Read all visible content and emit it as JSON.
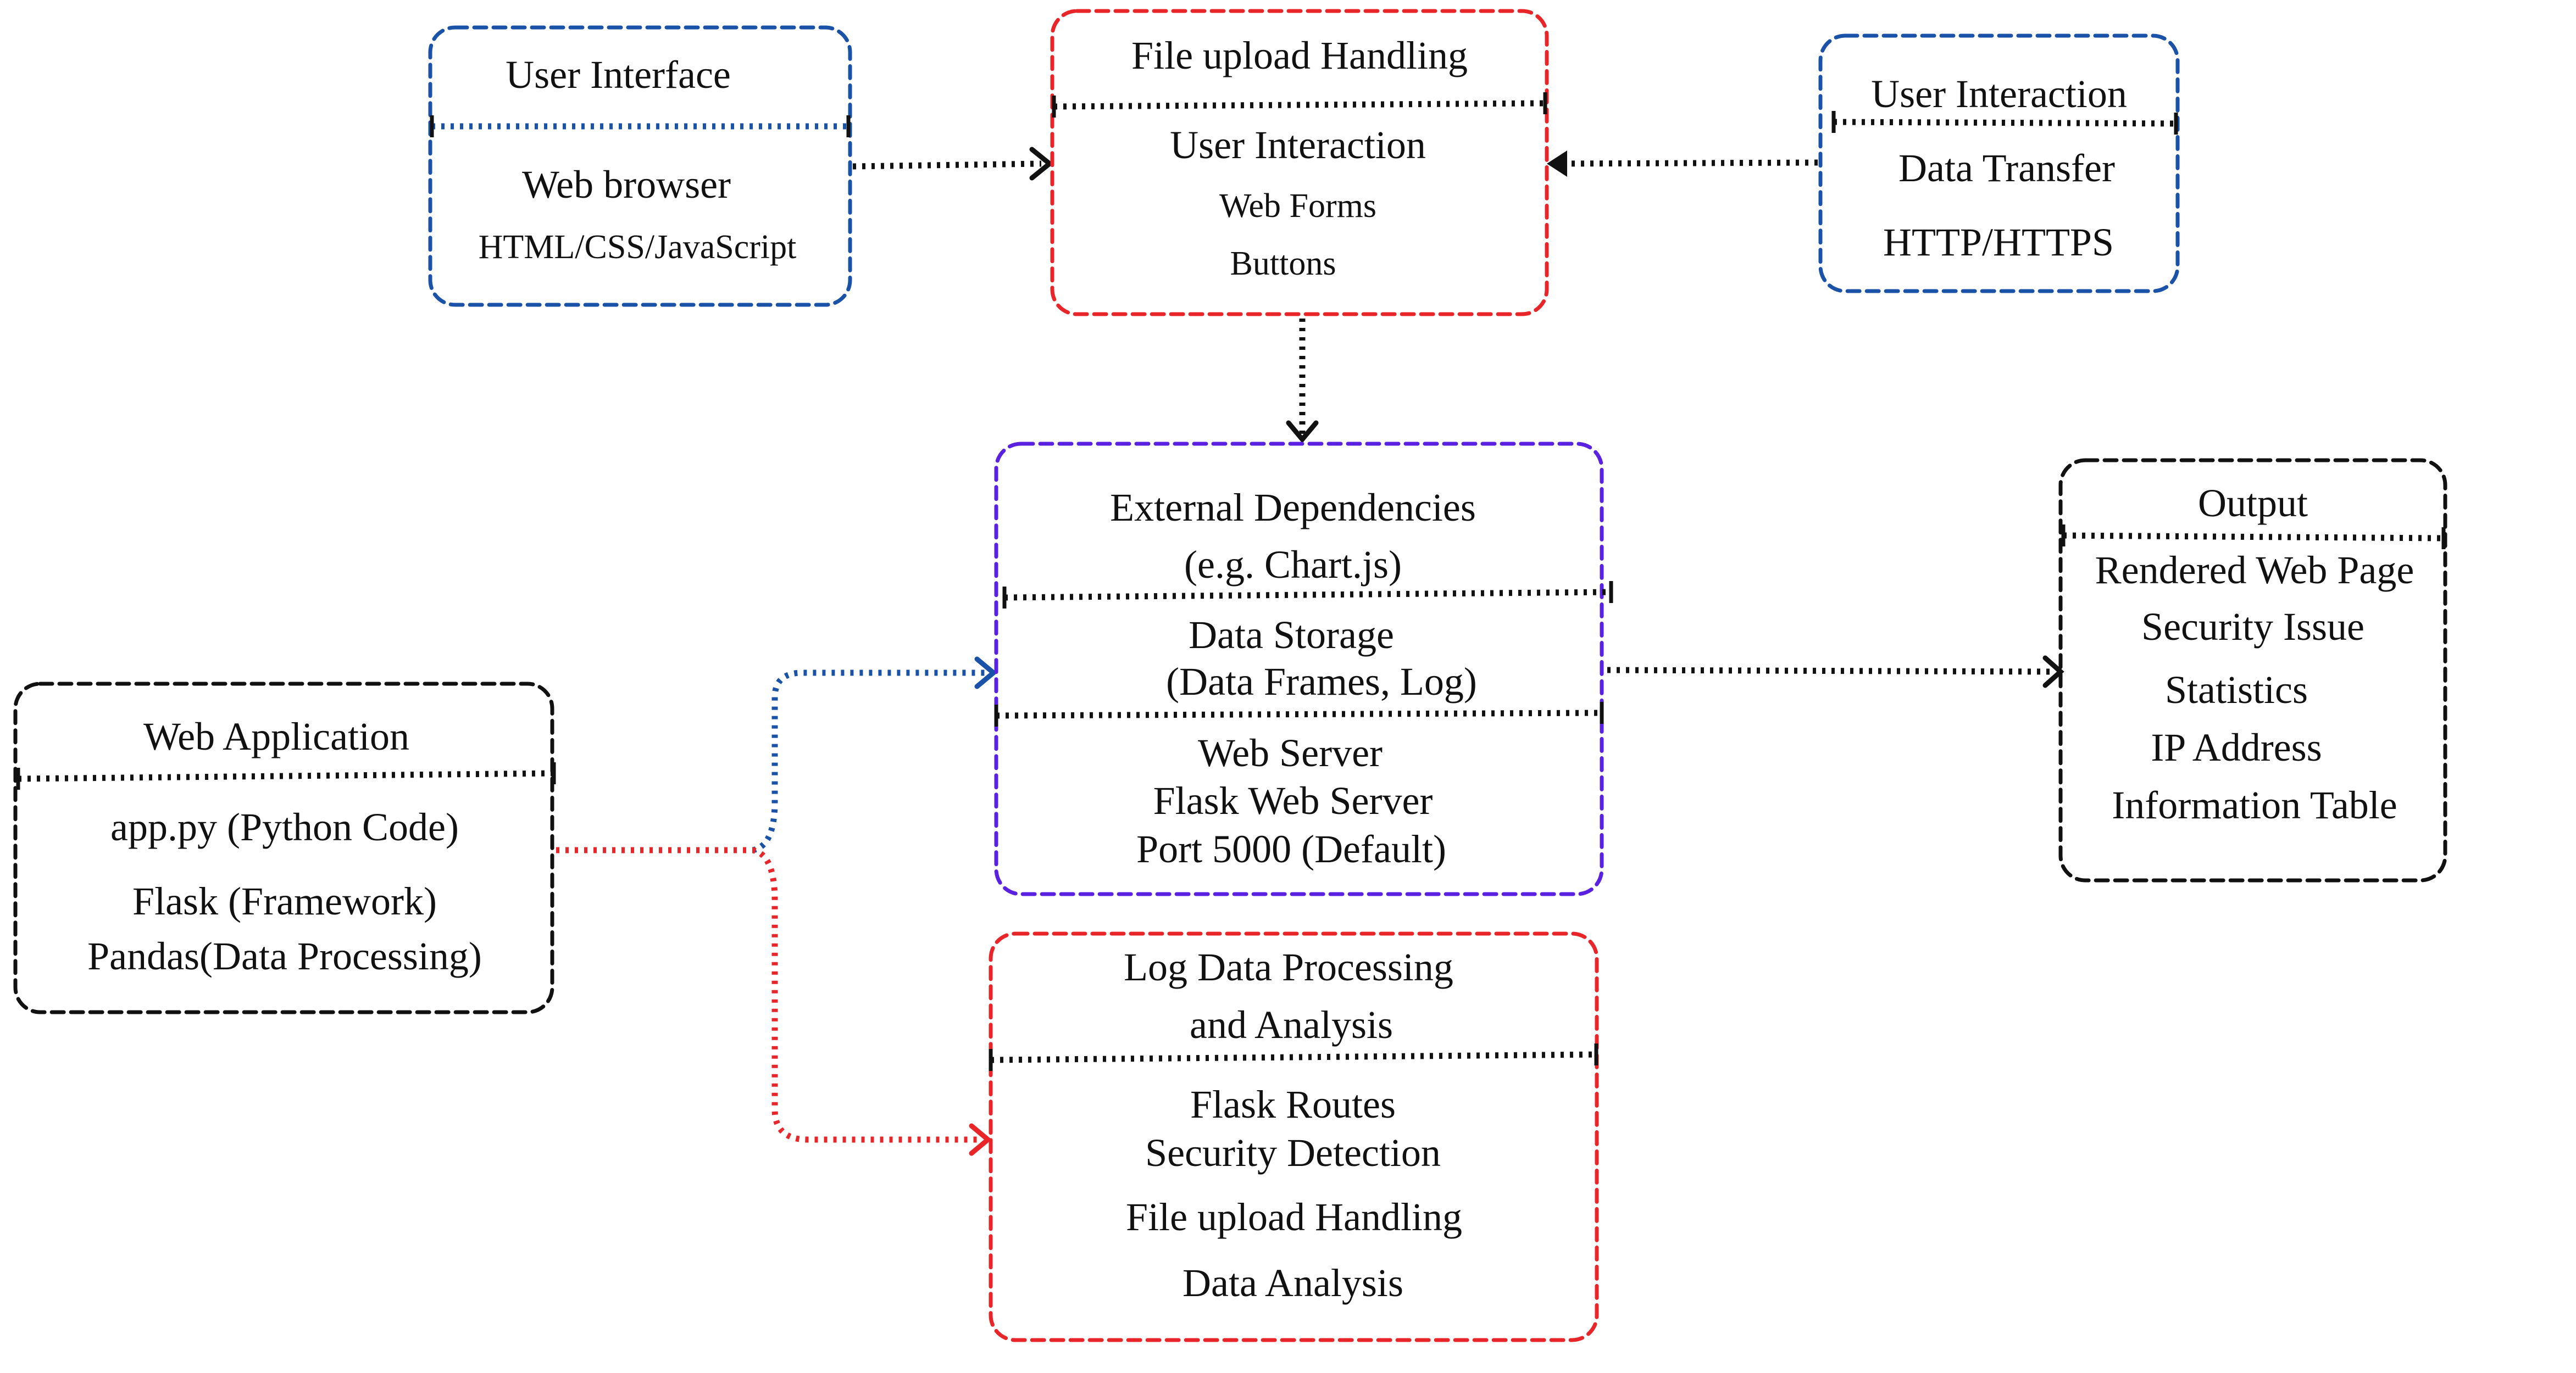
{
  "colors": {
    "blue": "#1a52a8",
    "red": "#e8262a",
    "purple": "#5a22e0",
    "black": "#111111"
  },
  "nodes": {
    "user_interface": {
      "title": "User Interface",
      "lines": [
        "Web browser",
        "HTML/CSS/JavaScript"
      ]
    },
    "file_upload": {
      "title": "File upload Handling",
      "lines": [
        "User Interaction",
        "Web Forms",
        "Buttons"
      ]
    },
    "user_interaction": {
      "title": "User Interaction",
      "lines": [
        "Data Transfer",
        "HTTP/HTTPS"
      ]
    },
    "processing": {
      "section1": [
        "External Dependencies",
        "(e.g. Chart.js)"
      ],
      "section2": [
        "Data Storage",
        "(Data Frames, Log)"
      ],
      "section3": [
        "Web Server",
        "Flask Web Server",
        "Port 5000 (Default)"
      ]
    },
    "output": {
      "title": "Output",
      "lines": [
        "Rendered Web Page",
        "Security Issue",
        "Statistics",
        "IP Address",
        "Information Table"
      ]
    },
    "web_application": {
      "title": "Web Application",
      "lines": [
        "app.py (Python Code)",
        "Flask (Framework)",
        "Pandas(Data Processing)"
      ]
    },
    "log_processing": {
      "title": [
        "Log Data Processing",
        "and Analysis"
      ],
      "lines": [
        "Flask Routes",
        "Security Detection",
        "File upload Handling",
        "Data Analysis"
      ]
    }
  }
}
